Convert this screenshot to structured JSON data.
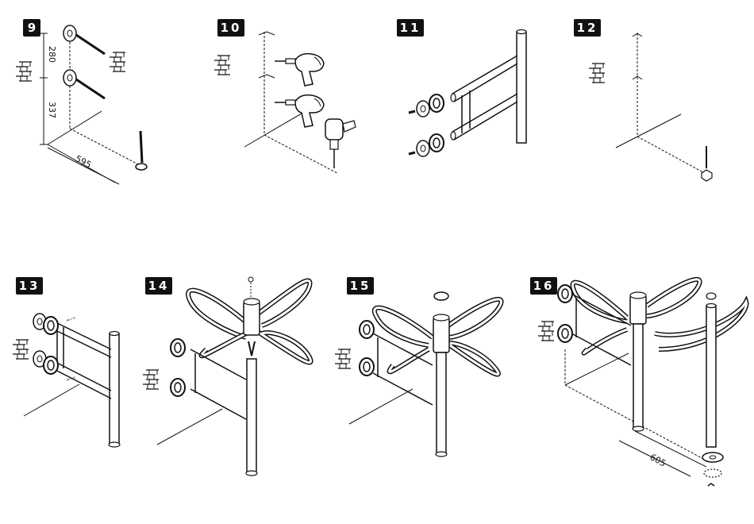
{
  "steps": [
    {
      "number": "9",
      "dims": {
        "upper": "280",
        "lower": "337",
        "base": "595"
      }
    },
    {
      "number": "10"
    },
    {
      "number": "11"
    },
    {
      "number": "12"
    },
    {
      "number": "13",
      "mini_labels": [
        "M8 x 35",
        "M8 x 35"
      ]
    },
    {
      "number": "14"
    },
    {
      "number": "15"
    },
    {
      "number": "16",
      "dims": {
        "base": "605"
      }
    }
  ],
  "colors": {
    "ink": "#111111",
    "badge_bg": "#111111",
    "badge_text": "#ffffff"
  }
}
